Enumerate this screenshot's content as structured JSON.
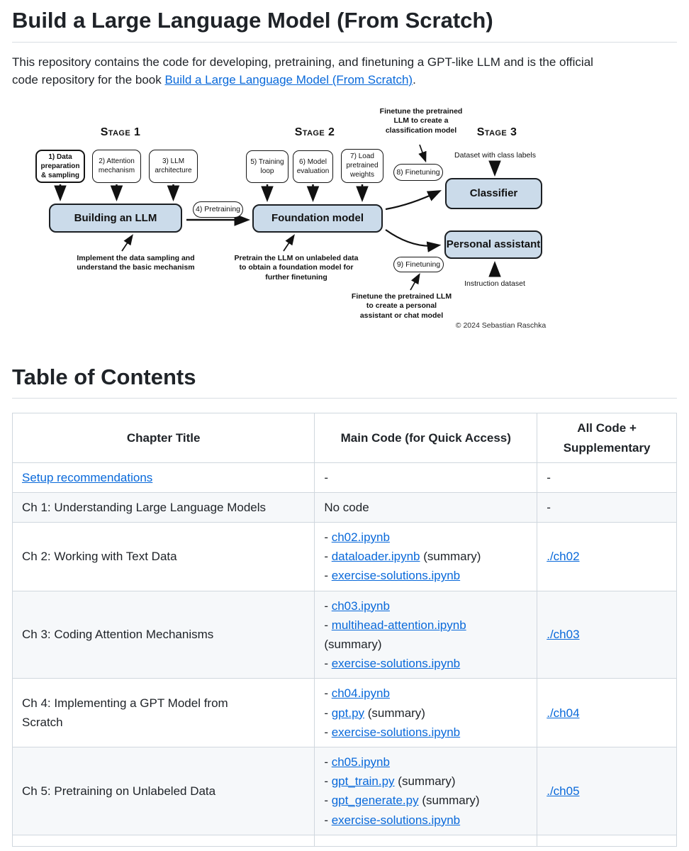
{
  "page": {
    "title": "Build a Large Language Model (From Scratch)",
    "intro_before": "This repository contains the code for developing, pretraining, and finetuning a GPT-like LLM and is the official\ncode repository for the book ",
    "intro_link": "Build a Large Language Model (From Scratch)",
    "intro_after": "."
  },
  "diagram": {
    "stage1_label": "Stage 1",
    "stage2_label": "Stage 2",
    "stage3_label": "Stage 3",
    "box1": "1) Data preparation & sampling",
    "box2": "2) Attention mechanism",
    "box3": "3) LLM architecture",
    "box5": "5) Training loop",
    "box6": "6) Model evaluation",
    "box7": "7) Load pretrained weights",
    "building_llm": "Building an LLM",
    "pretraining_pill": "4) Pretraining",
    "foundation_model": "Foundation model",
    "finetuning8_pill": "8) Finetuning",
    "finetuning9_pill": "9) Finetuning",
    "classifier": "Classifier",
    "personal_assistant": "Personal assistant",
    "dataset_class_labels": "Dataset with class labels",
    "instruction_dataset": "Instruction dataset",
    "note_classification": "Finetune the pretrained LLM to create a classification model",
    "note_stage1": "Implement the data sampling and understand the basic mechanism",
    "note_stage2": "Pretrain the LLM on unlabeled data to obtain a foundation model for further finetuning",
    "note_assistant": "Finetune the pretrained LLM to create a personal assistant or chat model",
    "copyright": "© 2024 Sebastian Raschka"
  },
  "toc": {
    "heading": "Table of Contents",
    "columns": [
      "Chapter Title",
      "Main Code (for Quick Access)",
      "All Code +\nSupplementary"
    ],
    "rows": [
      {
        "chapter": "Setup recommendations",
        "chapter_is_link": true,
        "main": [
          {
            "pre": "-"
          }
        ],
        "all": "-"
      },
      {
        "chapter": "Ch 1: Understanding Large Language Models",
        "main": [
          {
            "pre": "No code"
          }
        ],
        "all": "-"
      },
      {
        "chapter": "Ch 2: Working with Text Data",
        "main": [
          {
            "pre": "- ",
            "link": "ch02.ipynb"
          },
          {
            "pre": "- ",
            "link": "dataloader.ipynb",
            "post": " (summary)"
          },
          {
            "pre": "- ",
            "link": "exercise-solutions.ipynb"
          }
        ],
        "all_link": "./ch02"
      },
      {
        "chapter": "Ch 3: Coding Attention Mechanisms",
        "main": [
          {
            "pre": "- ",
            "link": "ch03.ipynb"
          },
          {
            "pre": "- ",
            "link": "multihead-attention.ipynb",
            "post": "\n(summary)"
          },
          {
            "pre": "- ",
            "link": "exercise-solutions.ipynb"
          }
        ],
        "all_link": "./ch03"
      },
      {
        "chapter": "Ch 4: Implementing a GPT Model from\nScratch",
        "main": [
          {
            "pre": "- ",
            "link": "ch04.ipynb"
          },
          {
            "pre": "- ",
            "link": "gpt.py",
            "post": " (summary)"
          },
          {
            "pre": "- ",
            "link": "exercise-solutions.ipynb"
          }
        ],
        "all_link": "./ch04"
      },
      {
        "chapter": "Ch 5: Pretraining on Unlabeled Data",
        "main": [
          {
            "pre": "- ",
            "link": "ch05.ipynb"
          },
          {
            "pre": "- ",
            "link": "gpt_train.py",
            "post": " (summary)"
          },
          {
            "pre": "- ",
            "link": "gpt_generate.py",
            "post": " (summary)"
          },
          {
            "pre": "- ",
            "link": "exercise-solutions.ipynb"
          }
        ],
        "all_link": "./ch05"
      }
    ]
  }
}
